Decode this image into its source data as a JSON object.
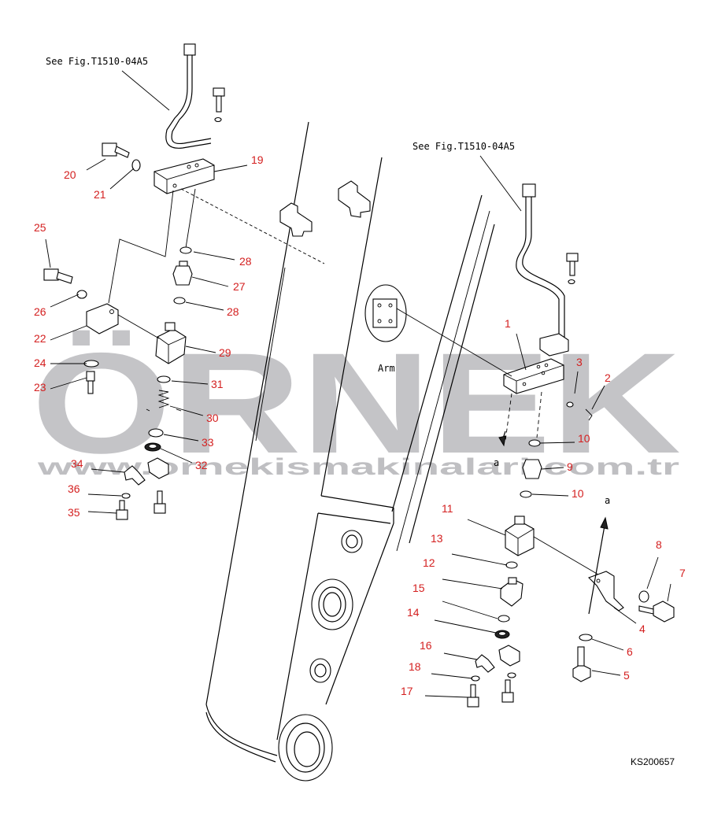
{
  "see_fig_label": "See Fig.T1510-04A5",
  "arm_label": "Arm",
  "drawing_code": "KS200657",
  "view_marker": "a",
  "watermark": {
    "brand": "ÖRNEK",
    "url": "www.ornekismakinalari.com.tr",
    "color": "#b4b4b8"
  },
  "callout_color": "#d42020",
  "callouts": {
    "c1": "1",
    "c2": "2",
    "c3": "3",
    "c4": "4",
    "c5": "5",
    "c6": "6",
    "c7": "7",
    "c8": "8",
    "c9": "9",
    "c10": "10",
    "c11": "11",
    "c12": "12",
    "c13": "13",
    "c14": "14",
    "c15": "15",
    "c16": "16",
    "c17": "17",
    "c18": "18",
    "c19": "19",
    "c20": "20",
    "c21": "21",
    "c22": "22",
    "c23": "23",
    "c24": "24",
    "c25": "25",
    "c26": "26",
    "c27": "27",
    "c28": "28",
    "c29": "29",
    "c30": "30",
    "c31": "31",
    "c32": "32",
    "c33": "33",
    "c34": "34",
    "c35": "35",
    "c36": "36"
  }
}
